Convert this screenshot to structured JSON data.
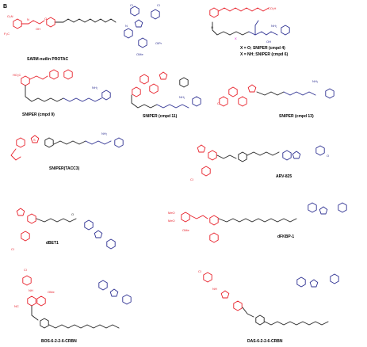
{
  "panel_letter": "B",
  "colors": {
    "red": "#e8202a",
    "blue": "#2e3192",
    "black": "#222222",
    "magenta": "#d400d4"
  },
  "compounds": [
    {
      "key": "sarm",
      "name": "SARM-nutlin PROTAC"
    },
    {
      "key": "sniper46",
      "name_a": "X = O; SNIPER (cmpd 4)",
      "name_b": "X = NH; SNIPER (cmpd 6)"
    },
    {
      "key": "sniper9",
      "name": "SNIPER (cmpd 9)"
    },
    {
      "key": "sniper11",
      "name": "SNIPER (cmpd 11)"
    },
    {
      "key": "sniper13",
      "name": "SNIPER (cmpd 13)"
    },
    {
      "key": "tacc3",
      "name": "SNIPER(TACC3)"
    },
    {
      "key": "arv825",
      "name": "ARV-825"
    },
    {
      "key": "dbet1",
      "name": "dBET1"
    },
    {
      "key": "dfkbp1",
      "name": "dFKBP-1"
    },
    {
      "key": "bos",
      "name": "BOS-6-2-2-6-CRBN"
    },
    {
      "key": "das",
      "name": "DAS-6-2-2-6-CRBN"
    }
  ],
  "atoms": {
    "sarm_o2n": "O₂N",
    "sarm_f3c": "F₃C",
    "sarm_nh": "N",
    "sarm_oh": "OH",
    "sarm_o": "O",
    "sarm_cl1": "Cl",
    "sarm_cl2": "Cl",
    "sarm_opr": "OiPr",
    "sarm_ome": "OMe",
    "sarm_n": "N",
    "co2h": "CO₂H",
    "x_label": "X",
    "nh2": "NH₂",
    "oh": "OH",
    "o": "O",
    "n": "N",
    "ho2c": "HO₂C",
    "s": "S",
    "cl": "Cl",
    "meo1": "MeO",
    "meo2": "MeO",
    "ome": "OMe",
    "nc": "NC",
    "nh": "NH"
  }
}
